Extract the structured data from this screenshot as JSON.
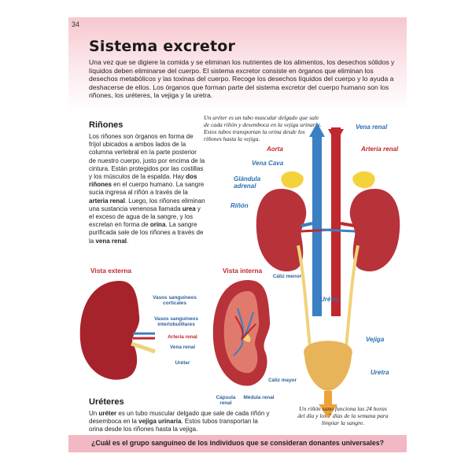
{
  "page": {
    "number": "34",
    "title": "Sistema excretor",
    "intro": "Una vez que se digiere la comida y se eliminan los nutrientes de los alimentos, los desechos sólidos y líquidos deben eliminarse del cuerpo. El sistema excretor consiste en órganos que eliminan los desechos metabólicos y las toxinas del cuerpo. Recoge los desechos líquidos del cuerpo y lo ayuda a deshacerse de ellos. Los órganos que forman parte del sistema excretor del cuerpo humano son los riñones, los uréteres, la vejiga y la uretra."
  },
  "kidneys_section": {
    "heading": "Riñones",
    "p1": "Los riñones son órganos en forma de fríjol ubicados a ambos lados de la columna vertebral en la parte posterior de nuestro cuerpo, justo por encima de la cintura. Están protegidos por las costillas y los músculos de la espalda. Hay ",
    "b1": "dos riñones",
    "p2": " en el cuerpo humano. La sangre sucia ingresa al riñón a través de la ",
    "b2": "arteria renal",
    "p3": ". Luego, los riñones eliminan una sustancia venenosa llamada ",
    "b3": "urea",
    "p4": " y el exceso de agua de la sangre, y los excretan en forma de ",
    "b4": "orina",
    "p5": ". La sangre purificada sale de los riñones a través de la ",
    "b5": "vena renal",
    "p6": "."
  },
  "ureter_note": "Un uréter es un tubo muscular delgado que sale de cada riñón y desemboca en la vejiga urinaria. Estos tubos transportan la orina desde los riñones hasta la vejiga.",
  "system_labels": {
    "vena_renal": "Vena renal",
    "aorta": "Aorta",
    "arteria_renal": "Arteria renal",
    "vena_cava": "Vena Cava",
    "glandula_adrenal": "Glándula adrenal",
    "rinon": "Riñón",
    "ureter": "Uréter",
    "vejiga": "Vejiga",
    "uretra": "Uretra"
  },
  "kidney_detail": {
    "vista_externa": "Vista externa",
    "vista_interna": "Vista interna",
    "vasos_corticales": "Vasos sanguíneos corticales",
    "vasos_interlobulillares": "Vasos sanguíneos interlobulillares",
    "arteria_renal": "Arteria renal",
    "vena_renal": "Vena renal",
    "ureter": "Uréter",
    "caliz_menor": "Cáliz menor",
    "caliz_mayor": "Cáliz mayor",
    "capsula_renal": "Cápsula renal",
    "medula_renal": "Médula renal"
  },
  "ureteres_section": {
    "heading": "Uréteres",
    "p1": "Un ",
    "b1": "uréter",
    "p2": " es un tubo muscular delgado que sale de cada riñón y desemboca en la ",
    "b2": "vejiga urinaria",
    "p3": ". Estos tubos transportan la orina desde los riñones hasta la vejiga."
  },
  "fact_note": "Un riñón sano funciona las 24 horas del día y los 7 días de la semana para limpiar la sangre.",
  "footer_question": "¿Cuál es el grupo sanguíneo de los individuos que se consideran donantes universales?",
  "colors": {
    "header_pink": "#f6c7cf",
    "footer_pink": "#f2b8c3",
    "kidney_red": "#b8323a",
    "vein_blue": "#3b7fc4",
    "artery_red": "#c0282d",
    "ureter_yellow": "#f0d27a",
    "adrenal_yellow": "#f4d23a",
    "arrow_orange": "#f0a23a"
  }
}
